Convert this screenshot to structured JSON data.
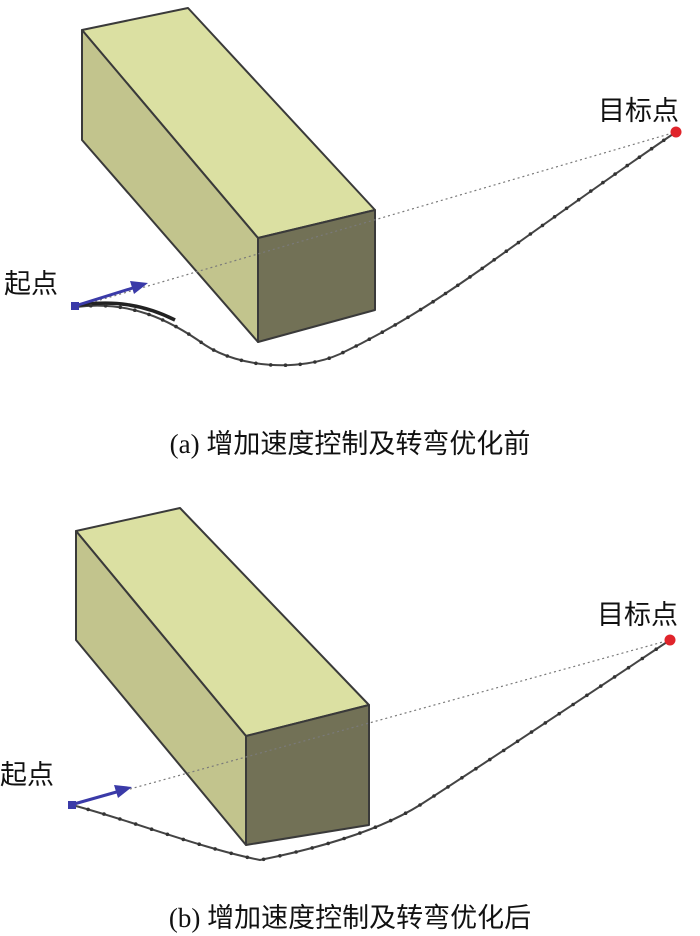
{
  "panels": [
    {
      "id": "a",
      "caption": "(a) 增加速度控制及转弯优化前",
      "start_label": "起点",
      "goal_label": "目标点"
    },
    {
      "id": "b",
      "caption": "(b) 增加速度控制及转弯优化后",
      "start_label": "起点",
      "goal_label": "目标点"
    }
  ],
  "colors": {
    "box_top": "#dbe0a2",
    "box_side": "#c2c48d",
    "box_front": "#727156",
    "start_arrow": "#3a3aa8",
    "goal_marker": "#e0242b"
  }
}
